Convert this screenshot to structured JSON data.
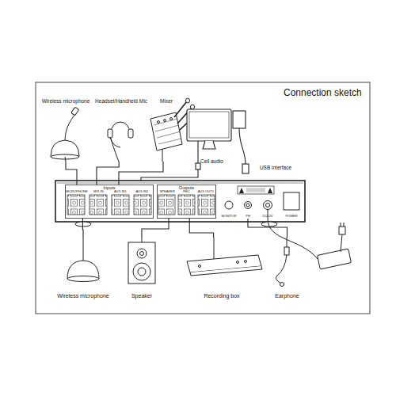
{
  "diagram": {
    "title": "Connection sketch",
    "nodes": [
      {
        "text": [
          "Wireless microphone"
        ]
      },
      {
        "text": [
          "Headset/Handheld Mic"
        ]
      },
      {
        "text": [
          "Mixer"
        ]
      },
      {
        "text": [
          "USB interface"
        ]
      },
      {
        "text": [
          "Inputs",
          "MICROPHONE",
          "MIX-IN",
          "AUX-IN1",
          "AUX-IN2"
        ]
      },
      {
        "text": [
          "Outputs",
          "SPEAKER",
          "REC",
          "AUX-OUT1"
        ]
      },
      {
        "text": [
          "MONITOR"
        ]
      },
      {
        "text": [
          "PH"
        ]
      },
      {
        "text": [
          "DC12V"
        ]
      },
      {
        "text": [
          "POWER"
        ]
      },
      {
        "text": [
          "Wireless microphone"
        ]
      },
      {
        "text": [
          "Speaker"
        ]
      },
      {
        "text": [
          "Recording box"
        ]
      },
      {
        "text": [
          "Earphone"
        ]
      }
    ],
    "edges": [
      {
        "from": 0,
        "to": 4,
        "arrow": "none"
      },
      {
        "from": 1,
        "to": 4,
        "arrow": "none"
      },
      {
        "from": 2,
        "to": 4,
        "arrow": "none"
      },
      {
        "from": 4,
        "to": 10,
        "arrow": "none"
      },
      {
        "from": 5,
        "to": 11,
        "arrow": "none"
      },
      {
        "from": 5,
        "to": 12,
        "arrow": "none"
      },
      {
        "from": 7,
        "to": 13,
        "arrow": "none"
      }
    ],
    "labels": [
      "Cell audio"
    ]
  }
}
